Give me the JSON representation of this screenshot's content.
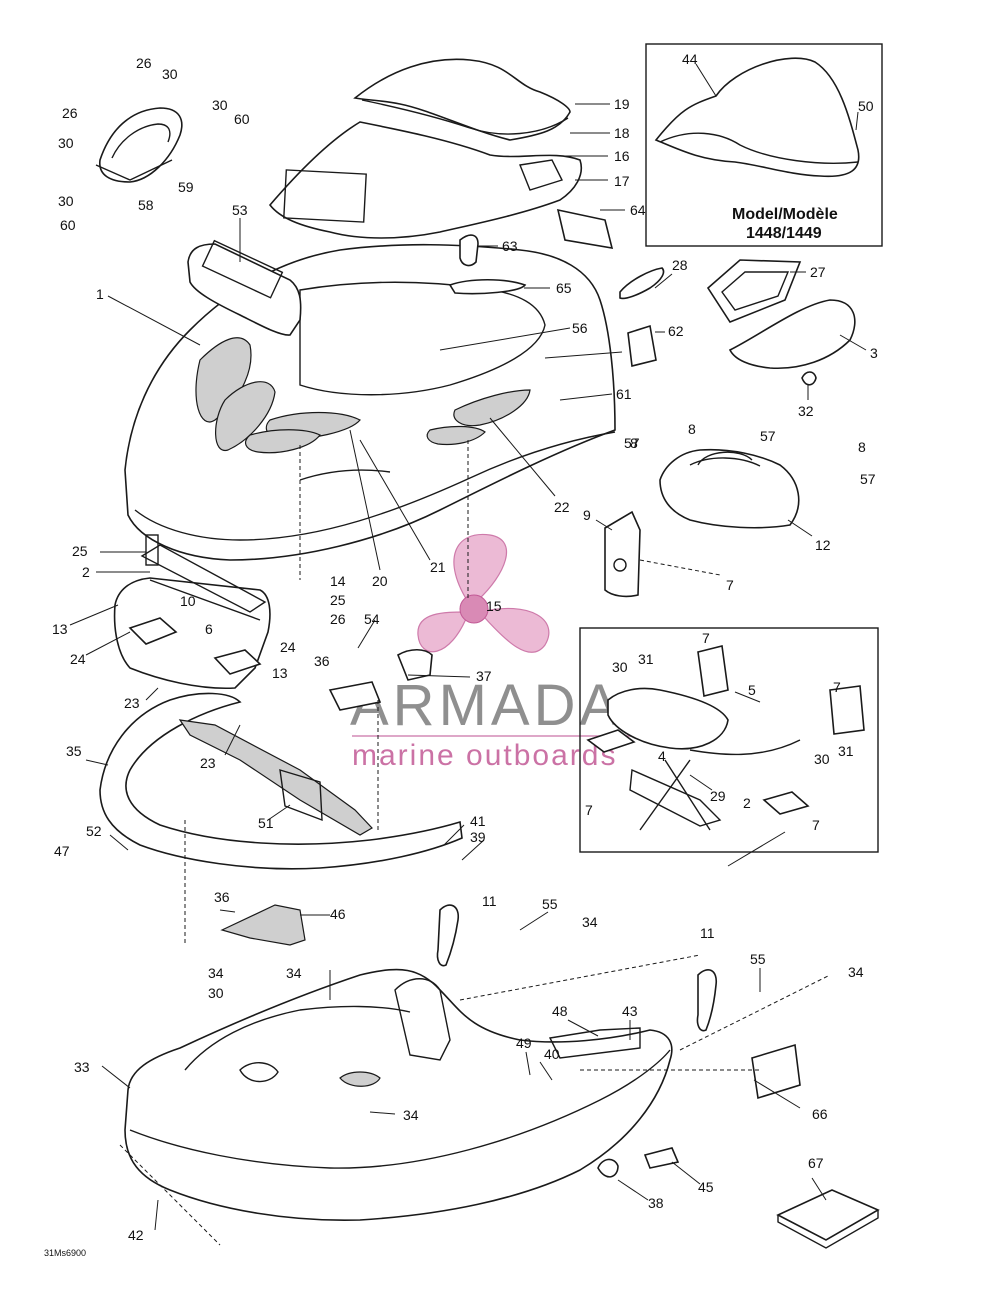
{
  "diagram": {
    "drawing_code": "31Ms6900",
    "inset_model_line1": "Model/Modèle",
    "inset_model_line2": "1448/1449",
    "watermark_brand": "ARMADA",
    "watermark_tagline": "marine outboards",
    "callouts": [
      "1",
      "2",
      "3",
      "4",
      "5",
      "6",
      "7",
      "8",
      "9",
      "10",
      "11",
      "12",
      "13",
      "14",
      "15",
      "16",
      "17",
      "18",
      "19",
      "20",
      "21",
      "22",
      "23",
      "24",
      "25",
      "26",
      "27",
      "28",
      "29",
      "30",
      "31",
      "32",
      "33",
      "34",
      "35",
      "36",
      "37",
      "38",
      "39",
      "40",
      "41",
      "42",
      "43",
      "44",
      "45",
      "46",
      "47",
      "48",
      "49",
      "50",
      "51",
      "52",
      "53",
      "54",
      "55",
      "56",
      "57",
      "58",
      "59",
      "60",
      "61",
      "62",
      "63",
      "64",
      "65",
      "66",
      "67"
    ]
  }
}
